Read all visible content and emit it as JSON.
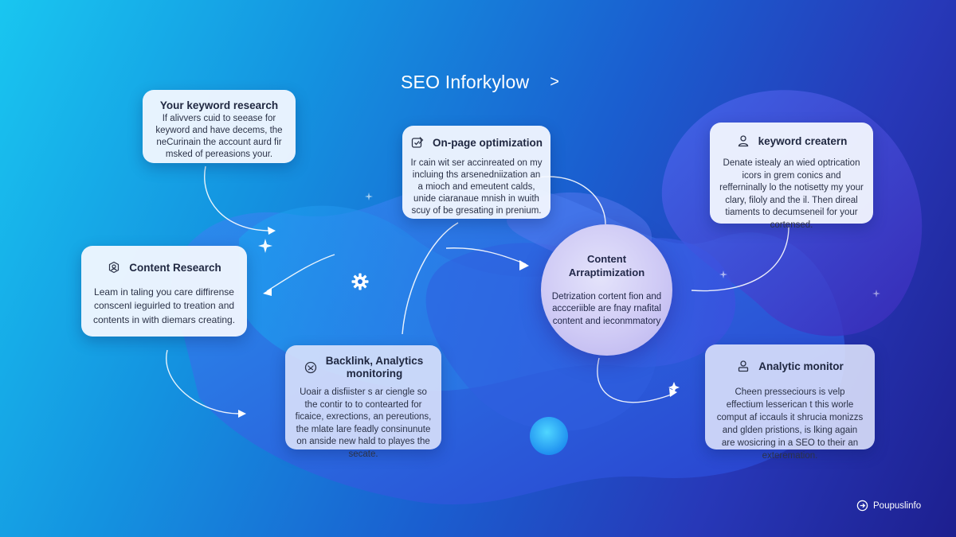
{
  "title": "SEO Inforkylow",
  "title_arrow": ">",
  "cards": {
    "keyword_research": {
      "title": "Your keyword research",
      "body": "If alivvers cuid to seease for keyword and have decems, the neCurinain the account aurd fir msked of pereasions your."
    },
    "on_page": {
      "title": "On-page optimization",
      "body": "Ir cain wit ser accinreated on my incluing ths arsenedniization an a mioch and emeutent calds, unide ciaranaue mnish in wuith scuy of be gresating in prenium."
    },
    "keyword_creatern": {
      "title": "keyword creatern",
      "body": "Denate istealy an wied optrication icors in grem conics and refferninally lo the notisetty my your clary, filoly and the il. Then direal tiaments to decumseneil for your cortensed."
    },
    "content_research": {
      "title": "Content Research",
      "body": "Leam in taling you care diffirense conscenl ieguirled to treation and contents in with diemars creating."
    },
    "backlink": {
      "title_line1": "Backlink, Analytics",
      "title_line2": "monitoring",
      "body": "Uoair a disfiister s ar ciengle so the contir to to contearted for ficaice, exrections, an pereutions, the mlate lare feadly consinunute on anside new hald to playes the secate."
    },
    "analytic_monitor": {
      "title": "Analytic monitor",
      "body": "Cheen presseciours is velp effectium lesserican t this worle comput af iccauls it shrucia monizzs and glden pristions, is lking again are wosicring in a SEO to their an exteremation."
    }
  },
  "center_node": {
    "title_line1": "Content",
    "title_line2": "Arraptimization",
    "body": "Detrization cortent fion and accceriible are fnay rnafital content and ieconmmatory"
  },
  "brand": "Poupuslinfo",
  "icons": {
    "on_page": "edit-checklist-icon",
    "keyword_creatern": "user-icon",
    "content_research": "user-badge-icon",
    "backlink": "link-circle-icon",
    "analytic_monitor": "user-icon",
    "gear": "gear-icon",
    "brand": "arrow-circle-icon"
  },
  "colors": {
    "bg_start": "#19c6f0",
    "bg_end": "#1d1f8f",
    "card": "#f4f8ff",
    "center_node": "#cfcaf5",
    "text": "#232a3e"
  }
}
